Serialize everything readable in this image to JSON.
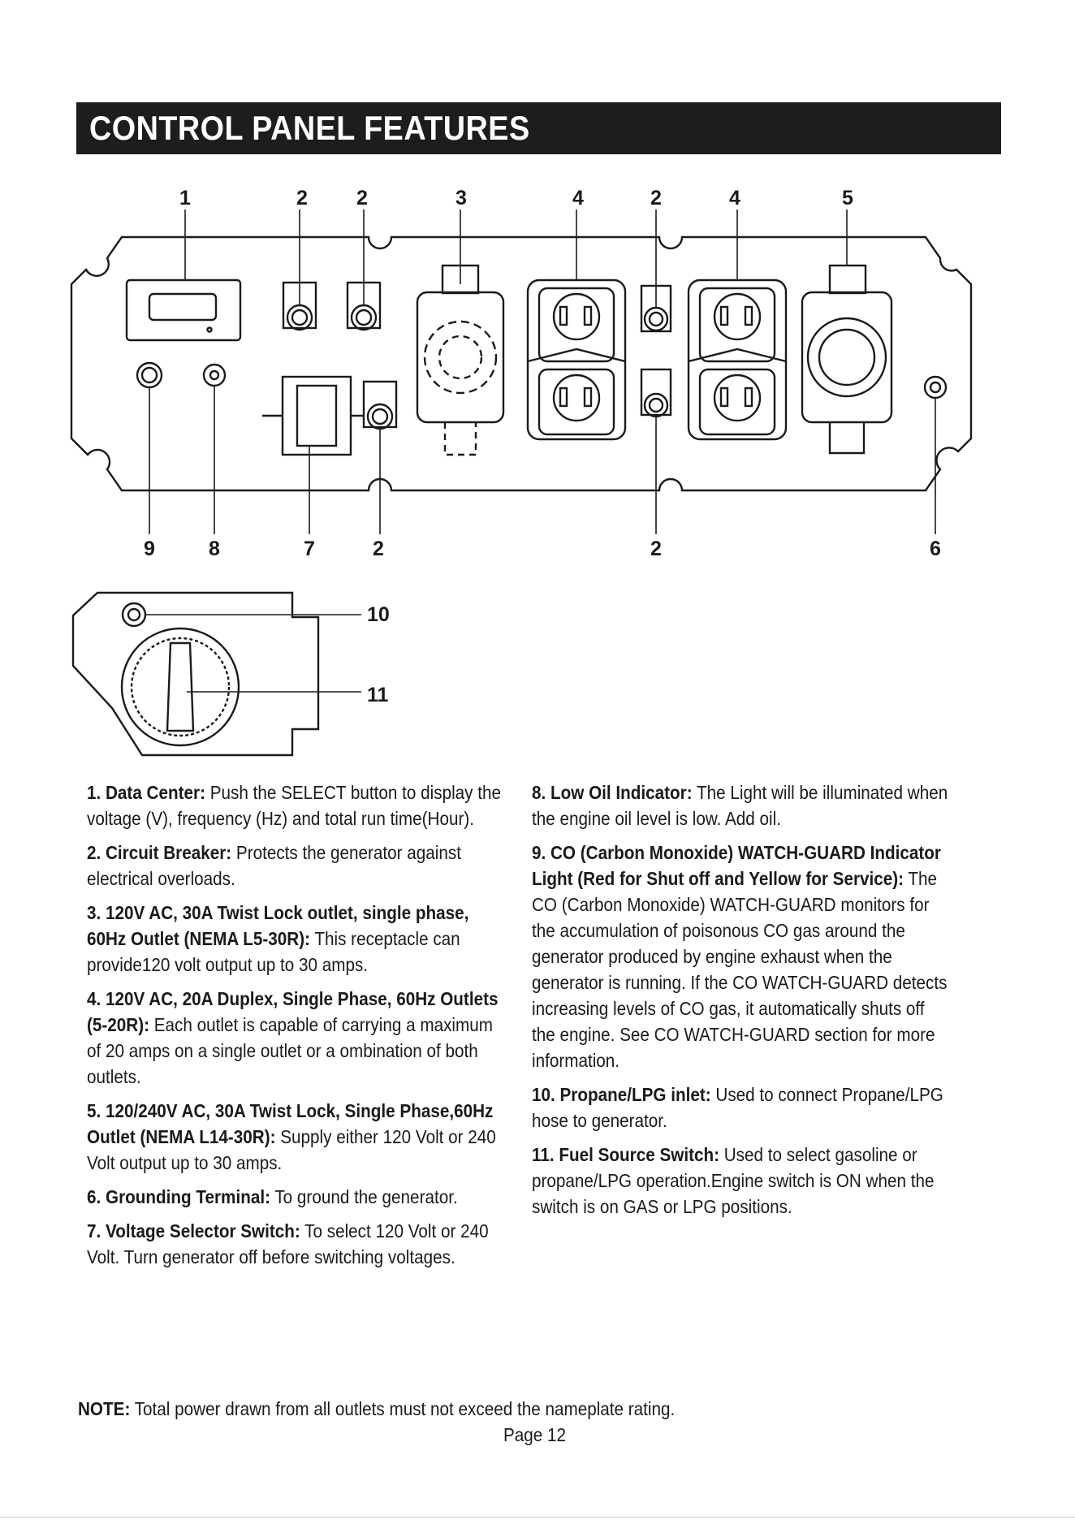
{
  "header": {
    "title": "CONTROL PANEL FEATURES"
  },
  "diagram": {
    "top_callouts": [
      "1",
      "2",
      "2",
      "3",
      "4",
      "2",
      "4",
      "5"
    ],
    "bottom_callouts": [
      "9",
      "8",
      "7",
      "2",
      "2",
      "6"
    ],
    "sub_callouts": [
      "10",
      "11"
    ]
  },
  "features": [
    {
      "head": "1. Data Center:",
      "body": " Push the SELECT button to display the voltage (V), frequency (Hz) and total run time(Hour)."
    },
    {
      "head": "2. Circuit Breaker:",
      "body": " Protects the generator against electrical overloads."
    },
    {
      "head": "3. 120V AC, 30A Twist Lock outlet, single phase, 60Hz Outlet (NEMA L5-30R):",
      "body": " This receptacle can provide120 volt output up to 30 amps."
    },
    {
      "head": "4. 120V AC, 20A Duplex, Single Phase, 60Hz Outlets (5-20R):",
      "body": " Each outlet is capable of carrying a maximum of 20 amps on a single outlet or a ombination of both outlets."
    },
    {
      "head": "5. 120/240V AC, 30A Twist Lock, Single Phase,60Hz Outlet (NEMA L14-30R):",
      "body": " Supply either 120 Volt or 240 Volt output up to 30 amps."
    },
    {
      "head": "6. Grounding Terminal:",
      "body": " To ground the generator."
    },
    {
      "head": "7. Voltage Selector Switch:",
      "body": " To select 120 Volt or 240 Volt. Turn generator off before switching voltages."
    },
    {
      "head": "8. Low Oil Indicator:",
      "body": " The Light will be illuminated when the engine oil level is low. Add oil."
    },
    {
      "head": "9. CO (Carbon Monoxide) WATCH-GUARD Indicator Light (Red for Shut off and Yellow for Service):",
      "body": " The CO (Carbon Monoxide) WATCH-GUARD monitors for the accumulation of poisonous CO gas around the generator produced by engine exhaust when the generator is running. If the CO WATCH-GUARD detects increasing levels of CO gas, it automatically shuts off the engine. See CO WATCH-GUARD section for more information."
    },
    {
      "head": "10. Propane/LPG inlet:",
      "body": " Used to connect Propane/LPG hose to generator."
    },
    {
      "head": "11. Fuel Source Switch:",
      "body": " Used to select gasoline or propane/LPG operation.Engine switch is ON when the switch is on GAS or LPG positions."
    }
  ],
  "note": {
    "head": "NOTE:",
    "body": " Total power drawn from all outlets must not exceed the nameplate rating."
  },
  "page": "Page 12"
}
